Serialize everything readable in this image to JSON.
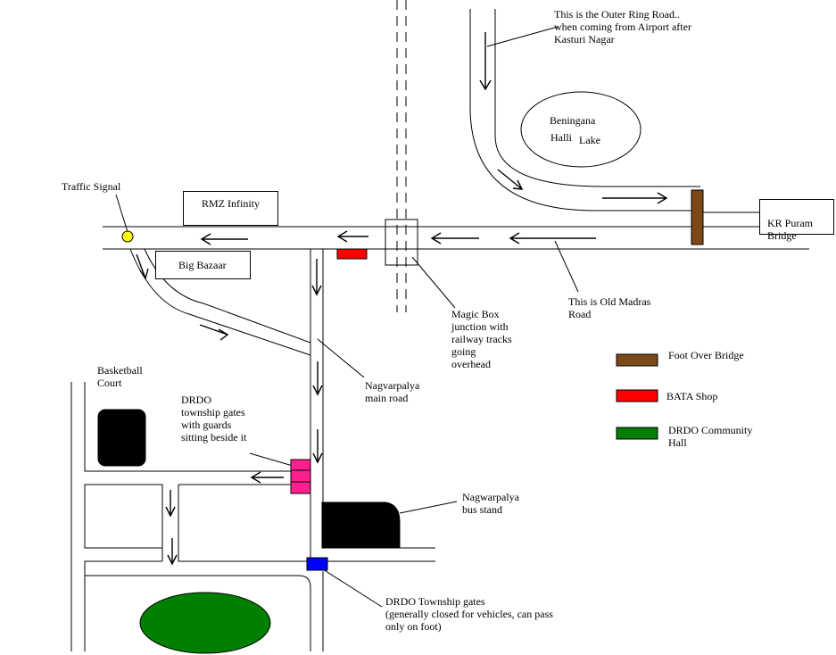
{
  "labels": {
    "outer_ring_road": "This is the Outer Ring Road..\nwhen coming from Airport after\nKasturi Nagar",
    "lake_line1": "Beningana",
    "lake_line2": "Halli",
    "lake_line3": "Lake",
    "traffic_signal": "Traffic Signal",
    "rmz_infinity": "RMZ Infinity",
    "big_bazaar": "Big Bazaar",
    "kr_puram_bridge": "KR Puram\nBridge",
    "old_madras_road": "This is Old Madras\nRoad",
    "magic_box": "Magic Box\njunction with\nrailway tracks\ngoing\noverhead",
    "nagvarpalya_main_road": "Nagvarpalya\nmain road",
    "basketball_court": "Basketball\nCourt",
    "drdo_township_gates_guards": "DRDO\ntownship gates\nwith guards\nsitting beside it",
    "nagwarpalya_bus_stand": "Nagwarpalya\nbus stand",
    "drdo_township_gates_foot": "DRDO Township gates\n(generally closed for vehicles, can pass\nonly on foot)"
  },
  "legend": [
    {
      "label": "Foot Over Bridge",
      "color": "#7b4a18"
    },
    {
      "label": "BATA Shop",
      "color": "#ff0000"
    },
    {
      "label": "DRDO Community\nHall",
      "color": "#007f00"
    }
  ],
  "colors": {
    "traffic_signal": "#ffff00",
    "foot_over_bridge": "#7b4a18",
    "bata_shop": "#ff0000",
    "drdo_gates_guards": "#ff1f8f",
    "drdo_gates_foot": "#0000ff",
    "community_hall": "#007f00",
    "basketball_court": "#000000",
    "bus_stand": "#000000"
  }
}
